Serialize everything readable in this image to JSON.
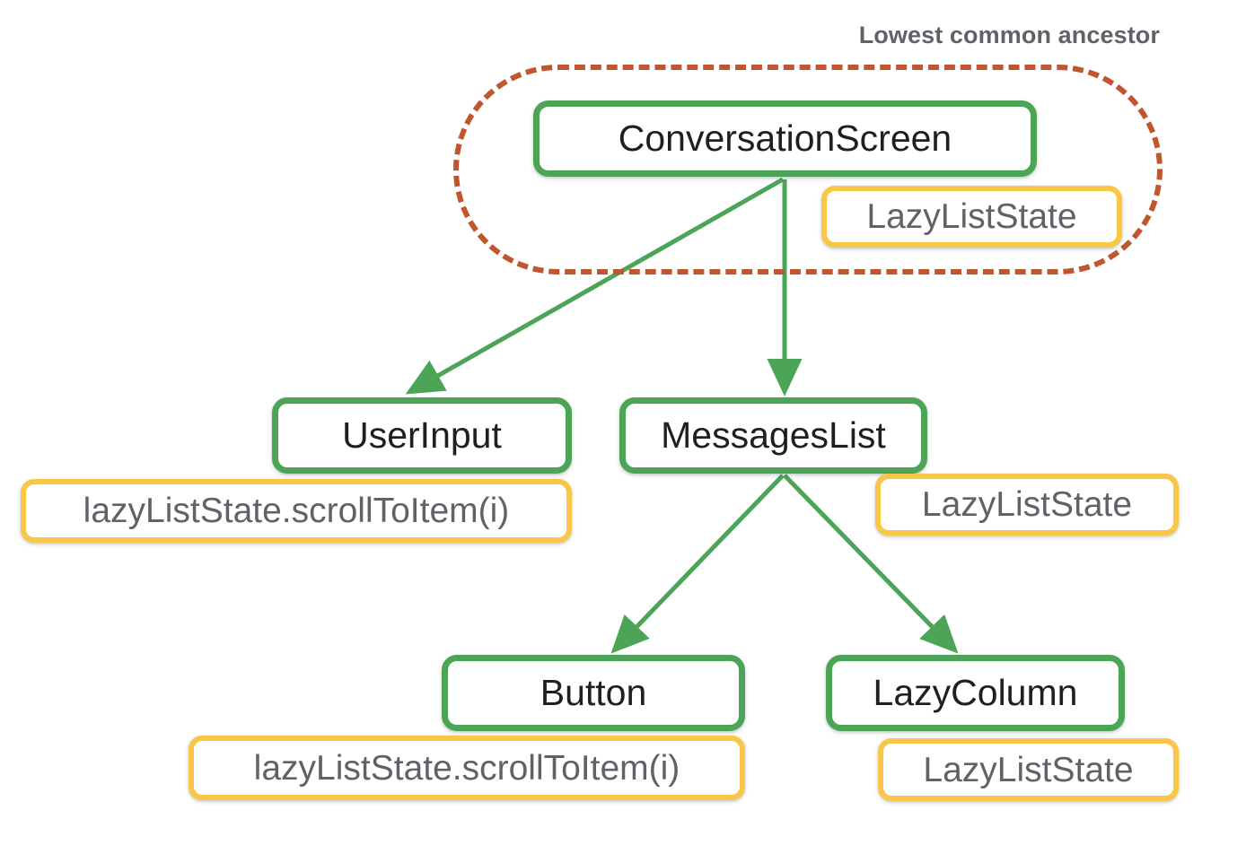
{
  "diagram": {
    "title": "Lowest common ancestor",
    "colors": {
      "node_border_green": "#4CA557",
      "badge_border_yellow": "#F9C646",
      "region_dashed_orange": "#C0562E",
      "title_text_gray": "#5F6368",
      "node_text": "#1F1F1F",
      "badge_text": "#5F6368",
      "background": "#FFFFFF"
    },
    "nodes": {
      "conversation_screen": {
        "label": "ConversationScreen",
        "badge": "LazyListState"
      },
      "user_input": {
        "label": "UserInput",
        "badge": "lazyListState.scrollToItem(i)"
      },
      "messages_list": {
        "label": "MessagesList",
        "badge": "LazyListState"
      },
      "button": {
        "label": "Button",
        "badge": "lazyListState.scrollToItem(i)"
      },
      "lazy_column": {
        "label": "LazyColumn",
        "badge": "LazyListState"
      }
    },
    "edges": [
      {
        "from": "ConversationScreen",
        "to": "UserInput"
      },
      {
        "from": "ConversationScreen",
        "to": "MessagesList"
      },
      {
        "from": "MessagesList",
        "to": "Button"
      },
      {
        "from": "MessagesList",
        "to": "LazyColumn"
      }
    ],
    "region": {
      "label": "Lowest common ancestor",
      "contains": [
        "ConversationScreen",
        "LazyListState"
      ]
    }
  }
}
